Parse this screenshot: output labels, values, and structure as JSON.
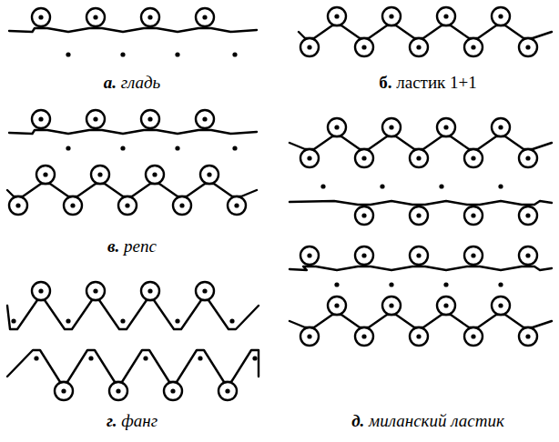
{
  "diagram": {
    "labels": [
      "а. гладь",
      "б. ластик 1+1",
      "в. репс",
      "г. фанг",
      "д. миланский ластик"
    ]
  }
}
